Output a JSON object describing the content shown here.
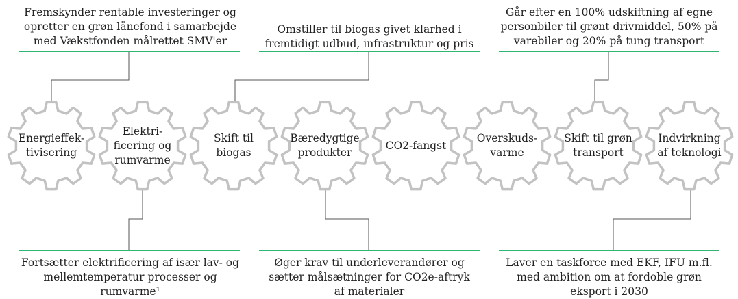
{
  "accent_color": "#2fb574",
  "gear_stroke_color": "#c2c2c2",
  "top_notes": [
    {
      "text": "Fremskynder rentable investeringer og opretter en grøn lånefond i samarbejde med Vækstfonden målrettet SMV'er"
    },
    {
      "text": "Omstiller til biogas givet klarhed i fremtidigt udbud, infrastruktur og pris"
    },
    {
      "text": "Går efter en 100% udskiftning af egne personbiler til grønt drivmiddel, 50% på varebiler og 20% på tung transport"
    }
  ],
  "bottom_notes": [
    {
      "text": "Fortsætter elektrificering af især lav- og mellemtemperatur processer og rumvarme¹"
    },
    {
      "text": "Øger krav til underleverandører og sætter målsætninger for CO2e-aftryk af materialer"
    },
    {
      "text": "Laver en taskforce med EKF, IFU m.fl. med ambition om at fordoble grøn eksport i 2030"
    }
  ],
  "gears": [
    {
      "label": "Energieffek-\ntivisering"
    },
    {
      "label": "Elektri-\nficering og\nrumvarme"
    },
    {
      "label": "Skift til\nbiogas"
    },
    {
      "label": "Bæredygtige\nprodukter"
    },
    {
      "label": "CO2-fangst"
    },
    {
      "label": "Overskuds-\nvarme"
    },
    {
      "label": "Skift til grøn\ntransport"
    },
    {
      "label": "Indvirkning\naf teknologi"
    }
  ]
}
